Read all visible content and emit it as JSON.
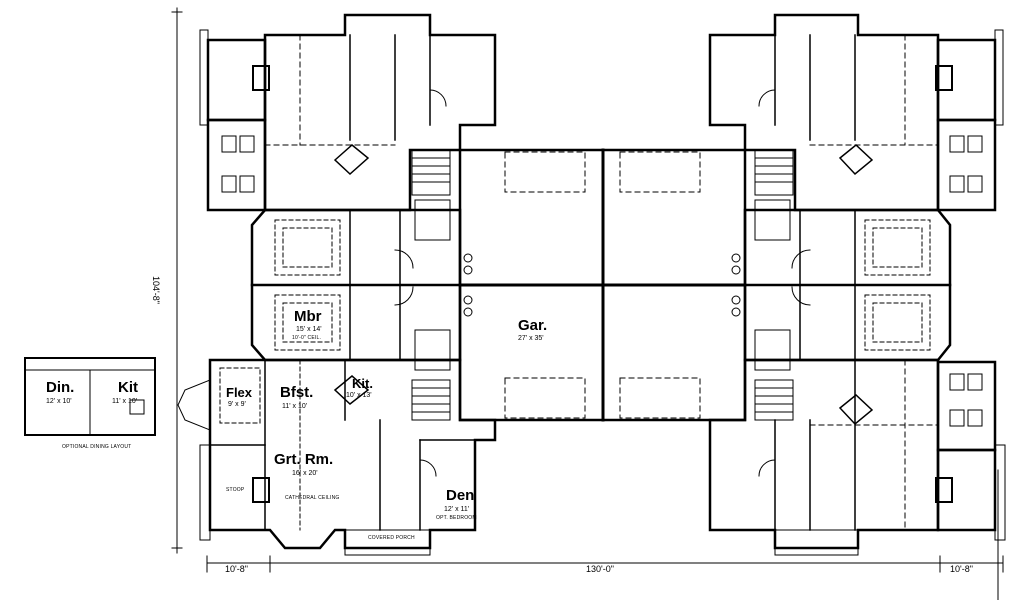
{
  "plan": {
    "overall_depth": "104'-8\"",
    "overall_width": "130'-0\"",
    "side_dim_left": "10'-8\"",
    "side_dim_right": "10'-8\"",
    "optional_layout_caption": "OPTIONAL DINING LAYOUT"
  },
  "rooms": {
    "mbr": {
      "name": "Mbr",
      "size": "15' x 14'",
      "note": "10'-0\" CEIL."
    },
    "gar": {
      "name": "Gar.",
      "size": "27' x 35'"
    },
    "flex": {
      "name": "Flex",
      "size": "9' x 9'"
    },
    "bfst": {
      "name": "Bfst.",
      "size": "11' x 10'"
    },
    "kit": {
      "name": "Kit.",
      "size": "10' x 13'"
    },
    "grt": {
      "name": "Grt. Rm.",
      "size": "16' x 20'",
      "note": "CATHEDRAL CEILING"
    },
    "den": {
      "name": "Den",
      "size": "12' x 11'",
      "note": "OPT. BEDROOM"
    },
    "porch": {
      "name": "COVERED PORCH"
    },
    "stoop": {
      "name": "STOOP"
    },
    "opt_din": {
      "name": "Din.",
      "size": "12' x 10'"
    },
    "opt_kit": {
      "name": "Kit",
      "size": "11' x 10'"
    }
  }
}
